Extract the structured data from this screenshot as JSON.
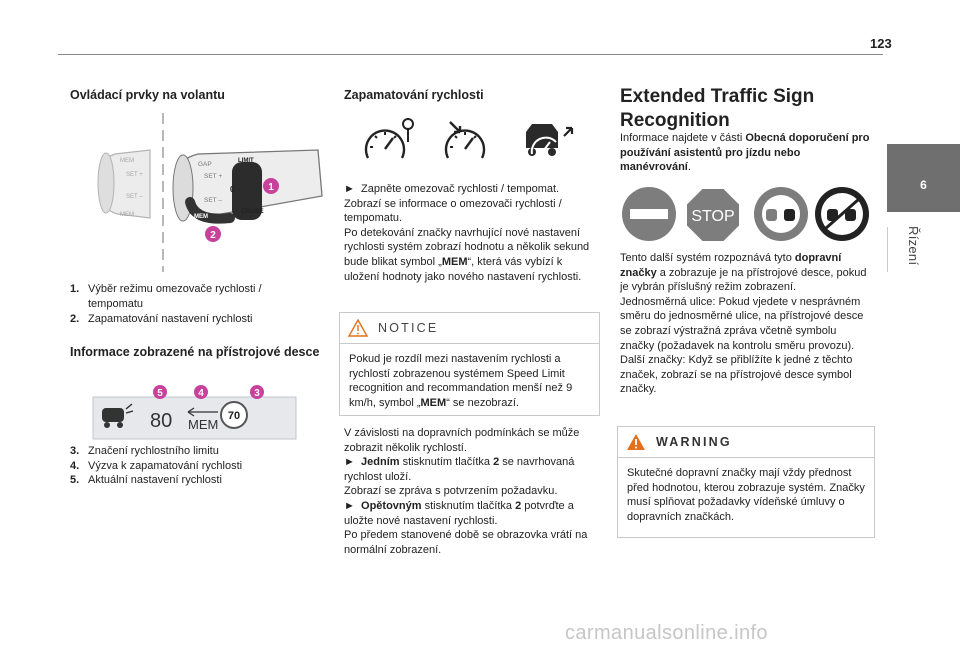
{
  "page": {
    "number": "123",
    "section_tab": {
      "number": "6",
      "label": "Řízení"
    },
    "watermark": "carmanualsonline.info"
  },
  "col1": {
    "heading1": "Ovládací prvky na volantu",
    "figure1": {
      "callout_1": "1",
      "callout_2": "2",
      "lever_labels": [
        "MEM",
        "SET +",
        "SET –",
        "MEM",
        "GAP",
        "SET +",
        "SET –",
        "LIMIT",
        "CRUISE",
        "0"
      ]
    },
    "list1": [
      {
        "num": "1.",
        "text": "Výběr režimu omezovače rychlosti / tempomatu"
      },
      {
        "num": "2.",
        "text": "Zapamatování nastavení rychlosti"
      }
    ],
    "heading2": "Informace zobrazené na přístrojové desce",
    "figure2": {
      "callout_5": "5",
      "callout_4": "4",
      "callout_3": "3",
      "speed": "80",
      "mem": "MEM",
      "sign_value": "70"
    },
    "list2": [
      {
        "num": "3.",
        "text": "Značení rychlostního limitu"
      },
      {
        "num": "4.",
        "text": "Výzva k zapamatování rychlosti"
      },
      {
        "num": "5.",
        "text": "Aktuální nastavení rychlosti"
      }
    ]
  },
  "col2": {
    "heading": "Zapamatování rychlosti",
    "icons": [
      "speed-limiter-icon",
      "cruise-control-icon",
      "adaptive-cruise-icon"
    ],
    "para1": {
      "bullet": "►",
      "lines": [
        "Zapněte omezovač rychlosti / tempomat.",
        "Zobrazí se informace o omezovači rychlosti / tempomatu.",
        "Po detekování značky navrhující nové nastavení rychlosti systém zobrazí hodnotu a několik sekund bude blikat symbol „",
        "MEM",
        "“, která vás vybízí k uložení hodnoty jako nového nastavení rychlosti."
      ]
    },
    "notice": {
      "title": "NOTICE",
      "text_a": "Pokud je rozdíl mezi nastavením rychlosti a rychlostí zobrazenou systémem Speed Limit recognition and recommandation menší než 9 km/h, symbol „",
      "text_mem": "MEM",
      "text_b": "“ se nezobrazí."
    },
    "para2": {
      "intro": "V závislosti na dopravních podmínkách se může zobrazit několik rychlostí.",
      "bullet": "►",
      "step1_bold": "Jedním",
      "step1_rest": " stisknutím tlačítka ",
      "step1_btn": "2",
      "step1_end": " se navrhovaná rychlost uloží.",
      "confirm": "Zobrazí se zpráva s potvrzením požadavku.",
      "step2_bold": "Opětovným",
      "step2_rest": " stisknutím tlačítka ",
      "step2_btn": "2",
      "step2_end": " potvrďte a uložte nové nastavení rychlosti.",
      "outro": "Po předem stanovené době se obrazovka vrátí na normální zobrazení."
    }
  },
  "col3": {
    "heading": "Extended Traffic Sign Recognition",
    "intro_a": "Informace najdete v části ",
    "intro_bold": "Obecná doporučení pro používání asistentů pro jízdu nebo manévrování",
    "intro_b": ".",
    "signs": {
      "stop_text": "STOP"
    },
    "body_a": "Tento další systém rozpoznává tyto ",
    "body_bold": "dopravní značky",
    "body_b": " a zobrazuje je na přístrojové desce, pokud je vybrán příslušný režim zobrazení.",
    "oneway": "Jednosměrná ulice: Pokud vjedete v nesprávném směru do jednosměrné ulice, na přístrojové desce se zobrazí výstražná zpráva včetně symbolu značky (požadavek na kontrolu směru provozu).",
    "others": "Další značky: Když se přiblížíte k jedné z těchto značek, zobrazí se na přístrojové desce symbol značky.",
    "warning": {
      "title": "WARNING",
      "text": "Skutečné dopravní značky mají vždy přednost před hodnotou, kterou zobrazuje systém. Značky musí splňovat požadavky vídeňské úmluvy o dopravních značkách."
    }
  },
  "colors": {
    "callout_magenta": "#c8419b",
    "sign_red": "#d9232e",
    "sign_grey": "#7d7d7d",
    "tab_grey": "#6f6f6f"
  }
}
